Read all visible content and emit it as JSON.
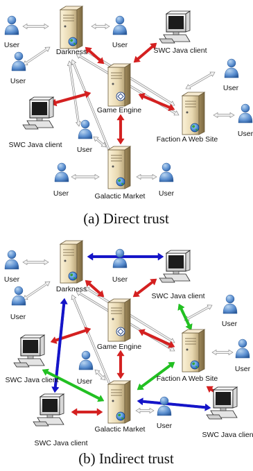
{
  "captions": {
    "a": "(a)  Direct trust",
    "b": "(b)  Indirect trust"
  },
  "panel_a": {
    "user_label": "User",
    "servers": {
      "darkness": "Darkness",
      "game_engine": "Game Engine",
      "faction": "Faction A Web Site",
      "market": "Galactic Market"
    },
    "clients": {
      "top": "SWC Java client",
      "left": "SWC Java client"
    }
  },
  "panel_b": {
    "user_label": "User",
    "servers": {
      "darkness": "Darkness",
      "game_engine": "Game Engine",
      "faction": "Faction A Web Site",
      "market": "Galactic Market"
    },
    "clients": {
      "top": "SWC Java client",
      "left": "SWC Java client",
      "bottom_left": "SWC Java client",
      "bottom_right": "SWC Java client"
    }
  },
  "colors": {
    "direct_arrow": "#d42020",
    "user_server_arrow": "#f2f2f2",
    "indirect_blue": "#1414c8",
    "indirect_green": "#22c022"
  }
}
